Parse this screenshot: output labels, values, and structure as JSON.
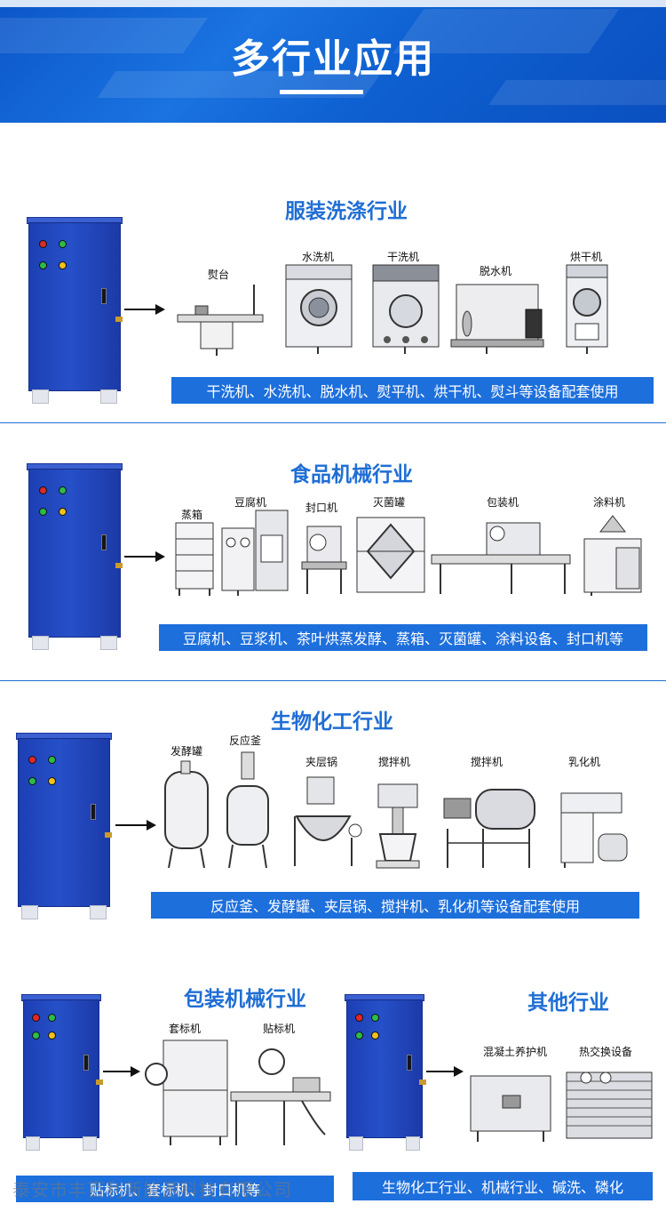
{
  "banner": {
    "title": "多行业应用"
  },
  "sections": {
    "garment": {
      "title": "服装洗涤行业",
      "caption": "干洗机、水洗机、脱水机、熨平机、烘干机、熨斗等设备配套使用",
      "equipment": [
        "熨台",
        "水洗机",
        "干洗机",
        "脱水机",
        "烘干机"
      ]
    },
    "food": {
      "title": "食品机械行业",
      "caption": "豆腐机、豆浆机、茶叶烘蒸发酵、蒸箱、灭菌罐、涂料设备、封口机等",
      "equipment": [
        "蒸箱",
        "豆腐机",
        "封口机",
        "灭菌罐",
        "包装机",
        "涂料机"
      ]
    },
    "biochem": {
      "title": "生物化工行业",
      "caption": "反应釜、发酵罐、夹层锅、搅拌机、乳化机等设备配套使用",
      "equipment": [
        "发酵罐",
        "反应釜",
        "夹层锅",
        "搅拌机",
        "搅拌机",
        "乳化机"
      ]
    },
    "packaging": {
      "title": "包装机械行业",
      "caption": "贴标机、套标机、封口机等",
      "equipment": [
        "套标机",
        "贴标机"
      ]
    },
    "other": {
      "title": "其他行业",
      "caption": "生物化工行业、机械行业、碱洗、磷化",
      "equipment": [
        "混凝土养护机",
        "热交换设备"
      ]
    }
  },
  "watermark": "泰安市丰百利新能源科技有限公司",
  "colors": {
    "accent": "#1d6fdc",
    "title_blue": "#1f6ed4",
    "cabinet_blue": "#2650c8"
  }
}
